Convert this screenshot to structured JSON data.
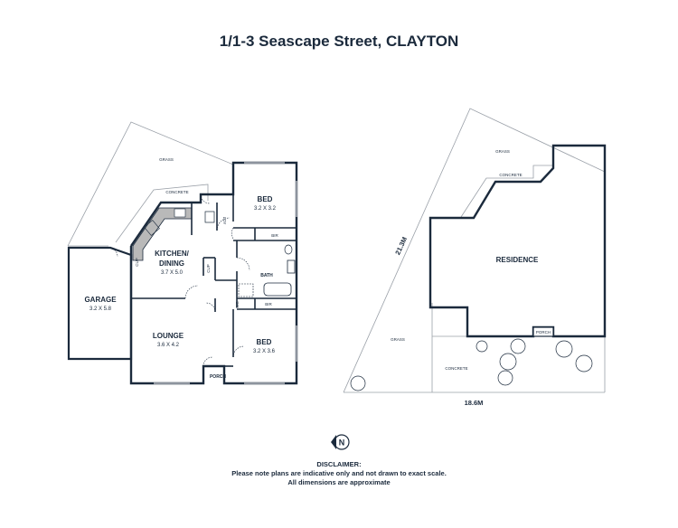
{
  "title": "1/1-3 Seascape Street, CLAYTON",
  "floorplan": {
    "grass": "GRASS",
    "concrete": "CONCRETE",
    "bed1": {
      "name": "BED",
      "dim": "3.2 X 3.2"
    },
    "kitchen": {
      "name_line1": "KITCHEN/",
      "name_line2": "DINING",
      "dim": "3.7 X 5.0"
    },
    "garage": {
      "name": "GARAGE",
      "dim": "3.2 X 5.8"
    },
    "lounge": {
      "name": "LOUNGE",
      "dim": "3.6 X 4.2"
    },
    "bed2": {
      "name": "BED",
      "dim": "3.2 X 3.6"
    },
    "bath": "BATH",
    "bir1": "BIR",
    "bir2": "BIR",
    "ldy": "LDY",
    "cup1": "CUP",
    "cup2": "CUP",
    "wc": "WC",
    "porch": "PORCH"
  },
  "siteplan": {
    "grass_top": "GRASS",
    "concrete_top": "CONCRETE",
    "residence": "RESIDENCE",
    "porch": "PORCH",
    "grass_bottom": "GRASS",
    "concrete_bottom": "CONCRETE",
    "dim_side": "21.3M",
    "dim_bottom": "18.6M"
  },
  "compass": {
    "letter": "N"
  },
  "disclaimer": {
    "heading": "DISCLAIMER:",
    "line1": "Please note plans are indicative only and not drawn to exact scale.",
    "line2": "All dimensions are approximate"
  },
  "colors": {
    "wall": "#1b2a3c",
    "bench": "#b9b9b9",
    "line": "#9aa0a8"
  }
}
